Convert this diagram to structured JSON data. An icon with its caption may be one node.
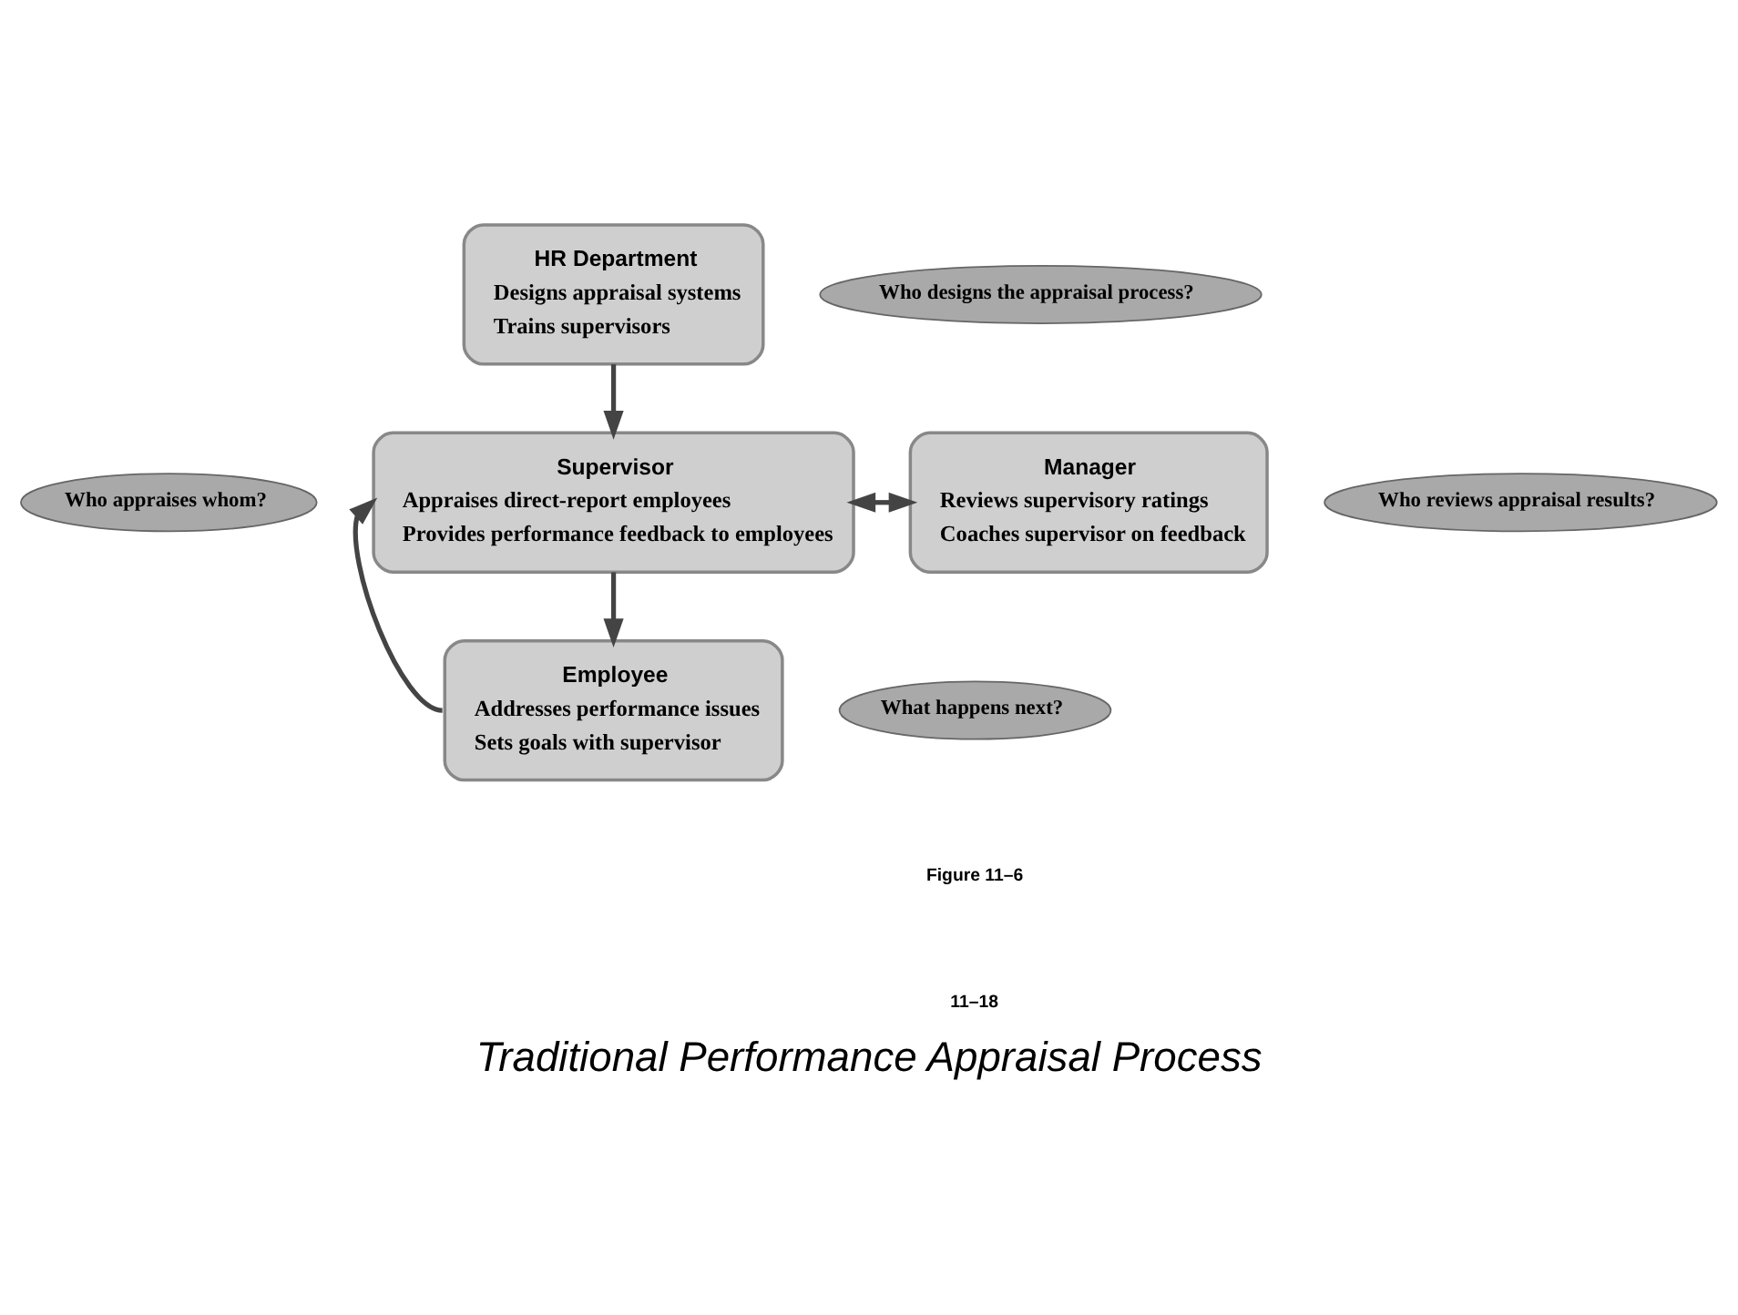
{
  "diagram": {
    "title": "Traditional Performance Appraisal Process",
    "nodes": [
      {
        "text": [
          "HR Department",
          "Designs appraisal systems",
          "Trains supervisors"
        ]
      },
      {
        "text": [
          "Who designs the appraisal process?"
        ]
      },
      {
        "text": [
          "Supervisor",
          "Appraises direct-report employees",
          "Provides performance feedback to employees"
        ]
      },
      {
        "text": [
          "Who appraises whom?"
        ]
      },
      {
        "text": [
          "Manager",
          "Reviews supervisory ratings",
          "Coaches supervisor on feedback"
        ]
      },
      {
        "text": [
          "Who reviews appraisal results?"
        ]
      },
      {
        "text": [
          "Employee",
          "Addresses performance issues",
          "Sets goals with supervisor"
        ]
      },
      {
        "text": [
          "What happens next?"
        ]
      }
    ],
    "edges": [
      {
        "from": 0,
        "to": 2,
        "arrow": "to"
      },
      {
        "from": 2,
        "to": 4,
        "arrow": "both"
      },
      {
        "from": 2,
        "to": 6,
        "arrow": "to"
      },
      {
        "from": 6,
        "to": 2,
        "arrow": "to"
      }
    ],
    "labels": [
      "Figure 11–6",
      "11–18"
    ]
  }
}
